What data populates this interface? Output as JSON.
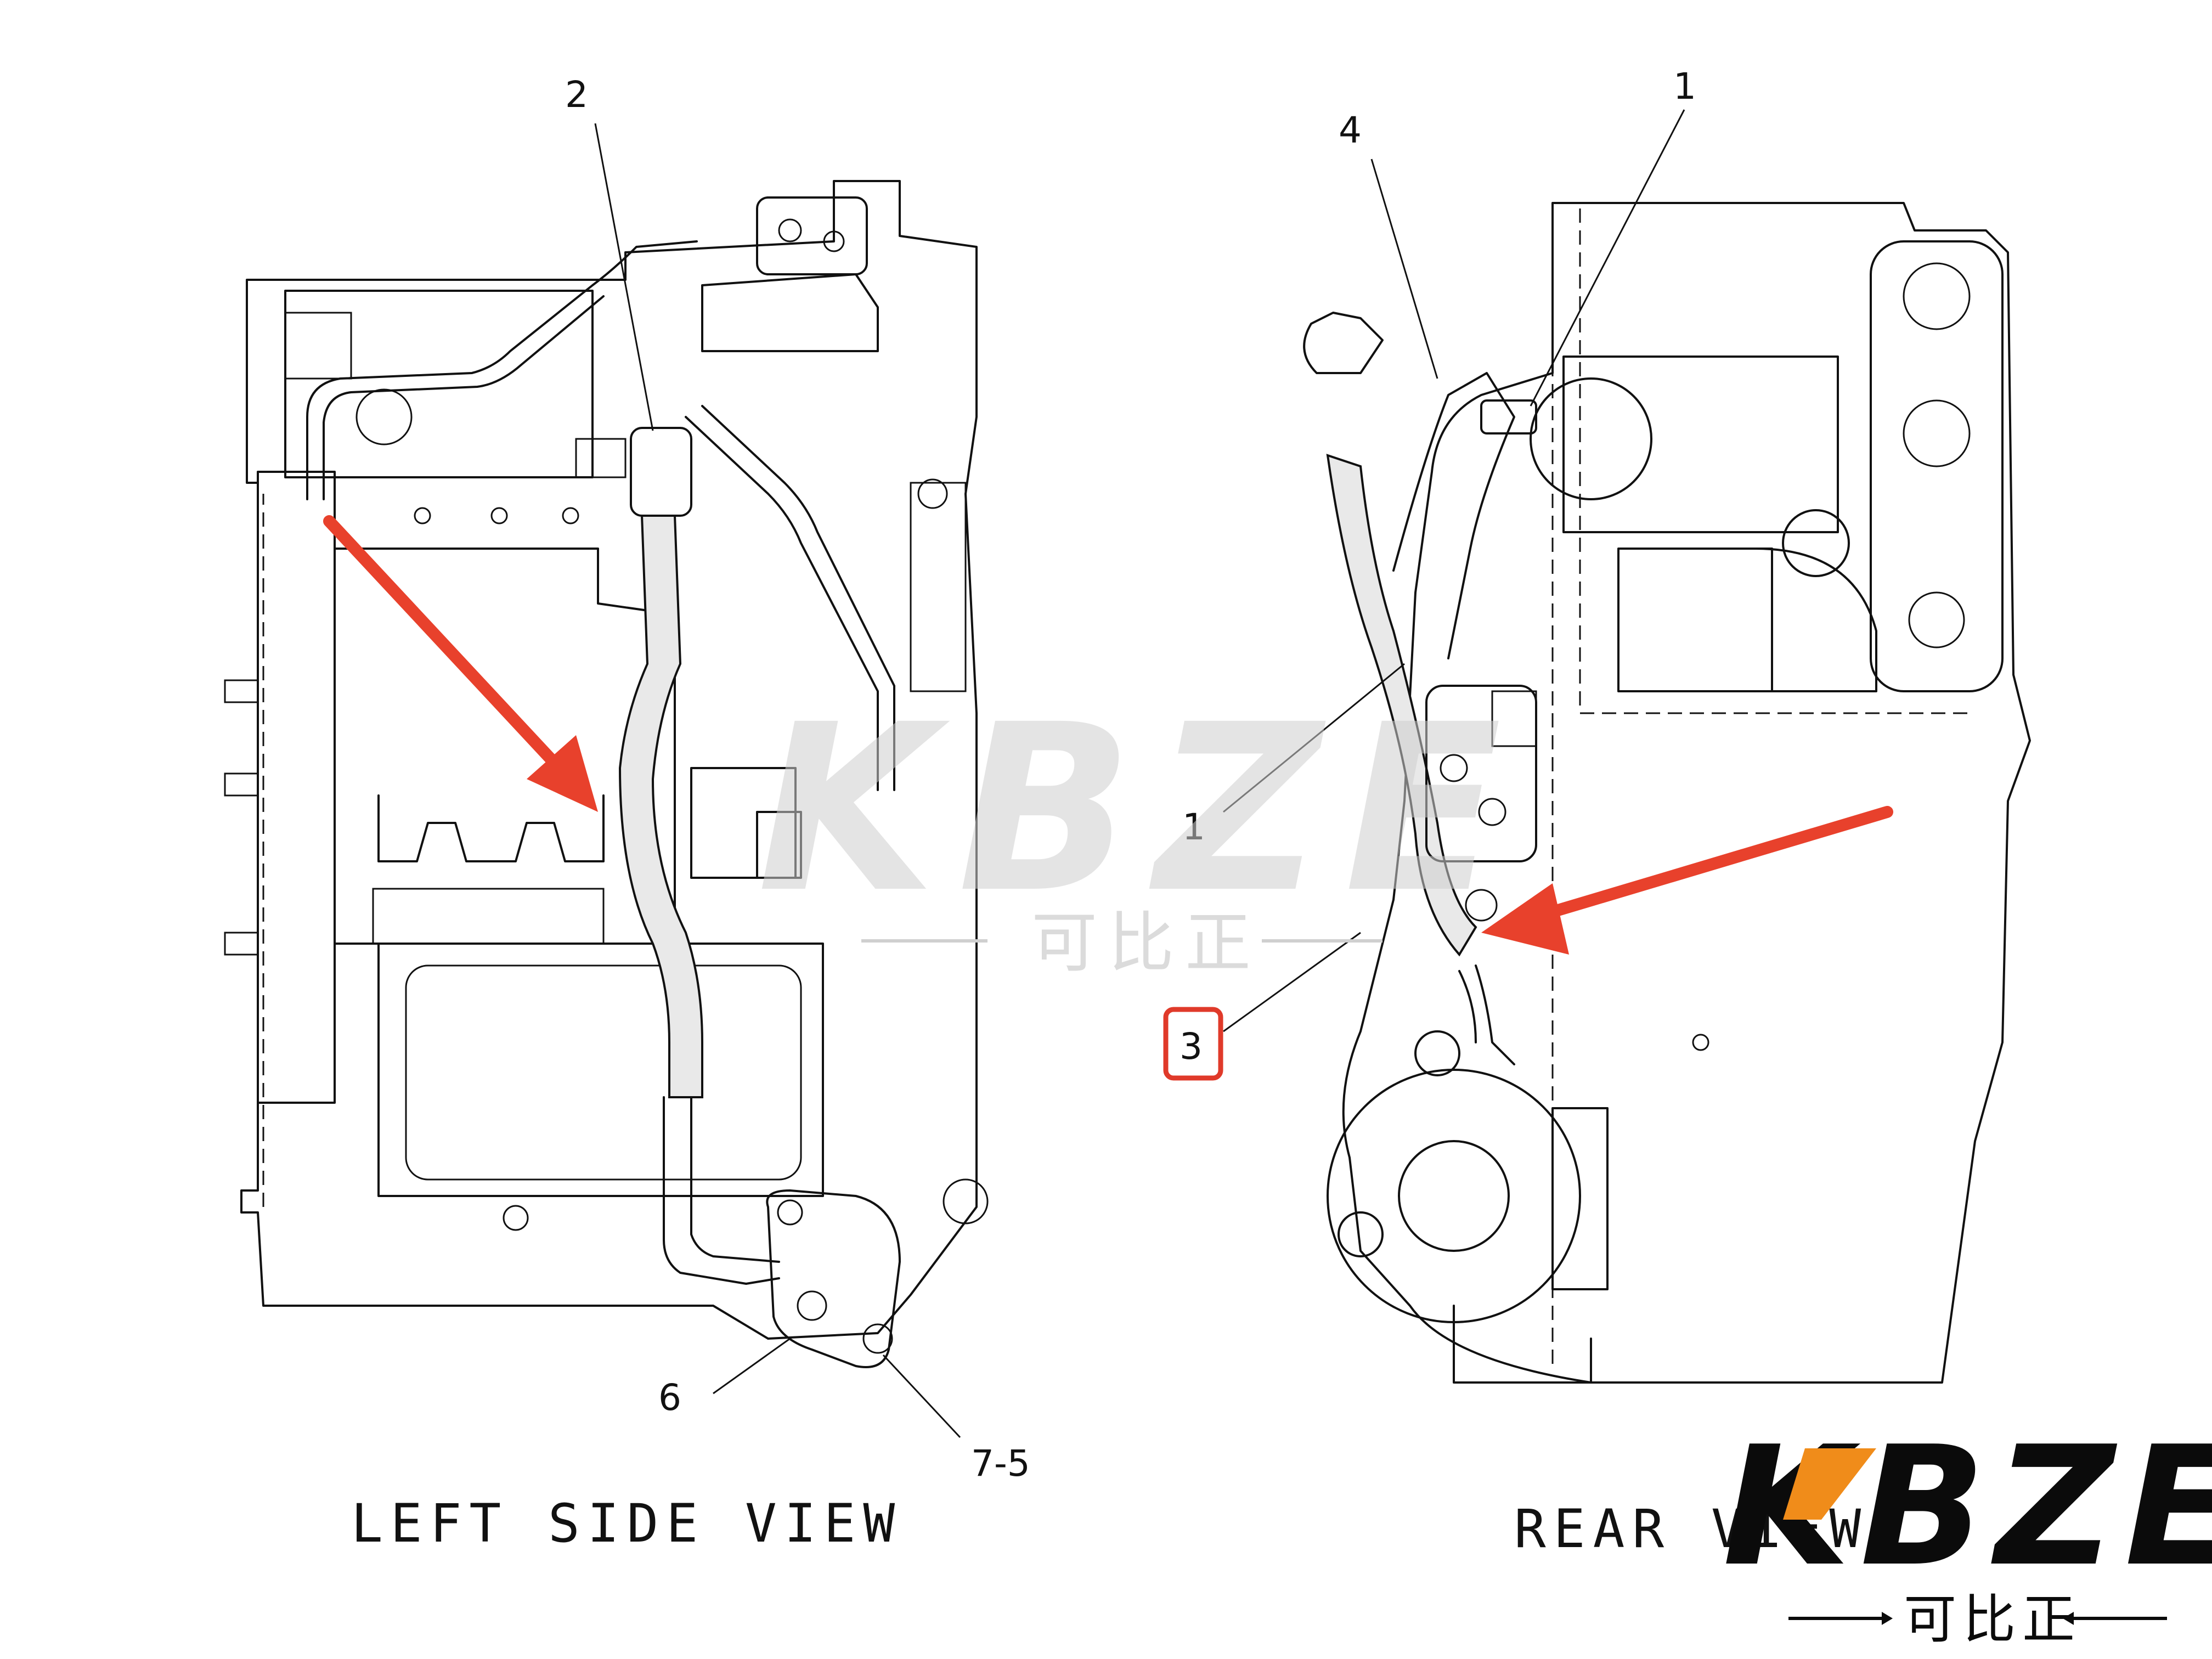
{
  "callouts": {
    "left_2": "2",
    "left_6": "6",
    "left_7_5": "7-5",
    "right_1_top": "1",
    "right_4": "4",
    "right_1_mid": "1",
    "right_3": "3"
  },
  "views": {
    "left": "LEFT SIDE VIEW",
    "right": "REAR VIEW"
  },
  "watermark": {
    "latin": "KBZE",
    "chinese": "可比正"
  },
  "logo": {
    "latin": "KBZE",
    "chinese": "可比正"
  },
  "colors": {
    "arrow": "#e8412c",
    "highlight_box": "#e03a2a",
    "logo_accent": "#f08c1a",
    "line": "#111111"
  }
}
